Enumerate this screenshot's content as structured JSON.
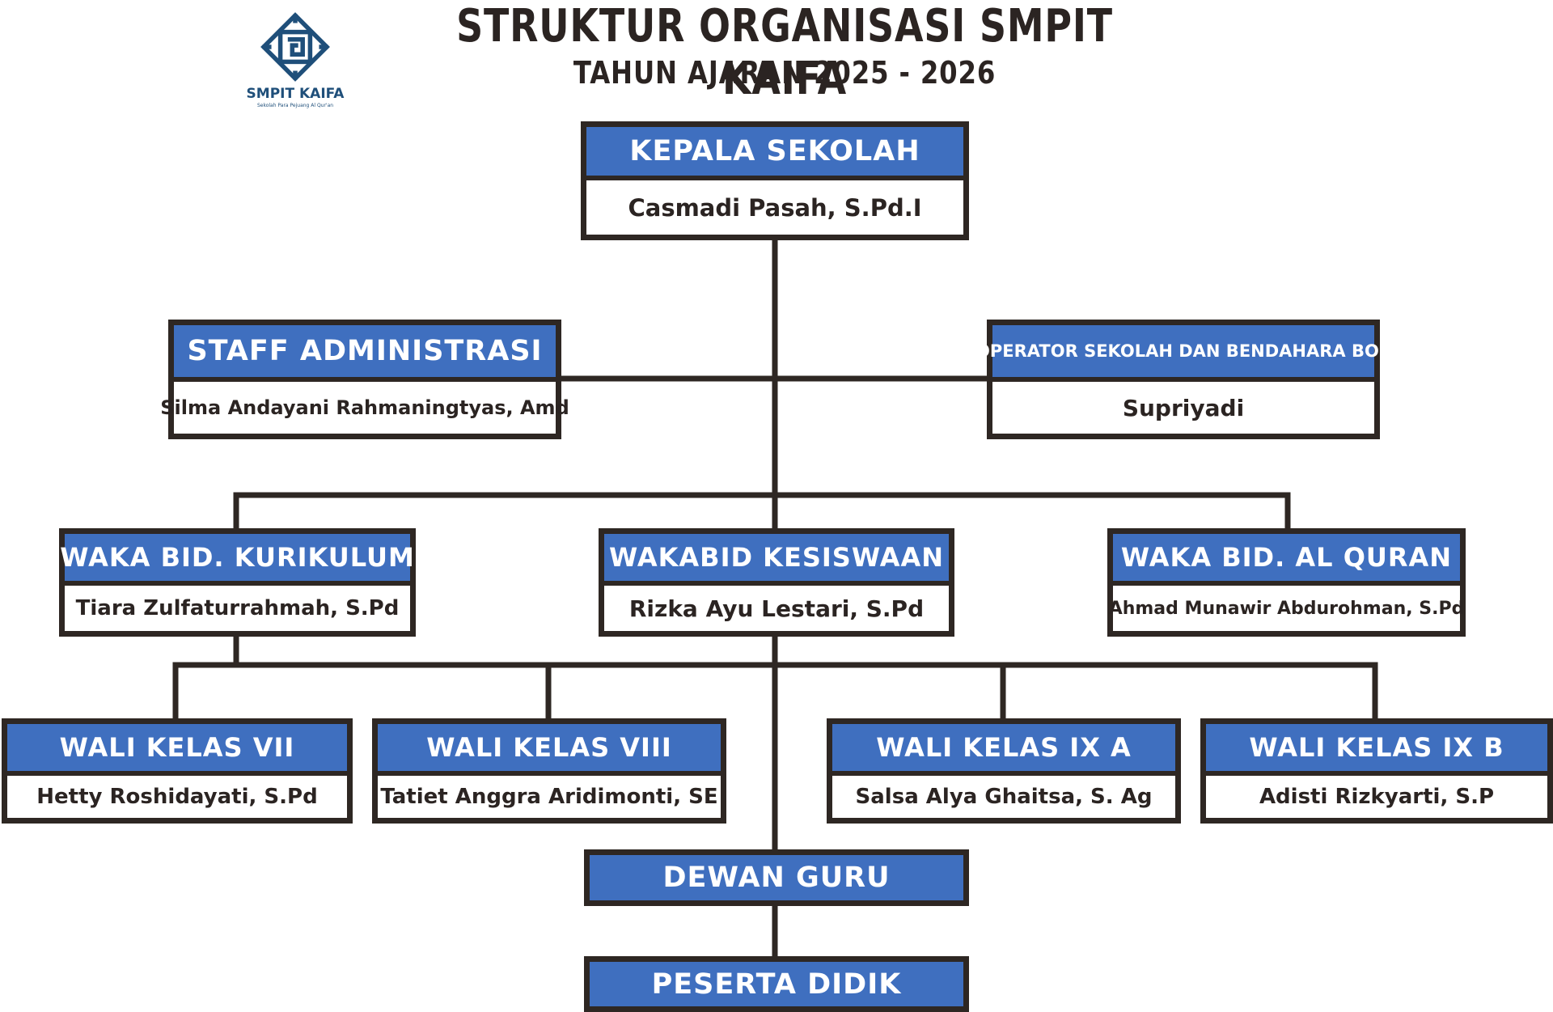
{
  "header": {
    "title": "STRUKTUR ORGANISASI SMPIT KAIFA",
    "subtitle": "TAHUN AJARAN 2025 - 2026"
  },
  "logo": {
    "name": "SMPIT KAIFA",
    "tagline": "Sekolah Para Pejuang Al Qur'an",
    "icon": "kufic-square-emblem-icon",
    "color": "#1f4f7a"
  },
  "colors": {
    "header_blue": "#3f6fbf",
    "border": "#2e2723",
    "text": "#2b2422"
  },
  "nodes": {
    "kepala": {
      "role": "KEPALA SEKOLAH",
      "name": "Casmadi Pasah, S.Pd.I"
    },
    "staff": {
      "role": "STAFF ADMINISTRASI",
      "name": "Silma Andayani Rahmaningtyas, Amd"
    },
    "operator": {
      "role": "OPERATOR SEKOLAH DAN BENDAHARA BOS",
      "name": "Supriyadi"
    },
    "waka_kurikulum": {
      "role": "WAKA BID. KURIKULUM",
      "name": "Tiara Zulfaturrahmah, S.Pd"
    },
    "wakabid_kesiswaan": {
      "role": "WAKABID KESISWAAN",
      "name": "Rizka Ayu Lestari, S.Pd"
    },
    "waka_alquran": {
      "role": "WAKA BID. AL QURAN",
      "name": "Ahmad Munawir Abdurohman, S.Pd"
    },
    "wali_vii": {
      "role": "WALI KELAS VII",
      "name": "Hetty Roshidayati, S.Pd"
    },
    "wali_viii": {
      "role": "WALI KELAS VIII",
      "name": "Tatiet Anggra Aridimonti, SE"
    },
    "wali_ixa": {
      "role": "WALI KELAS IX A",
      "name": "Salsa Alya Ghaitsa, S. Ag"
    },
    "wali_ixb": {
      "role": "WALI KELAS IX B",
      "name": "Adisti Rizkyarti, S.P"
    },
    "dewan_guru": {
      "role": "DEWAN GURU"
    },
    "peserta_didik": {
      "role": "PESERTA DIDIK"
    }
  }
}
